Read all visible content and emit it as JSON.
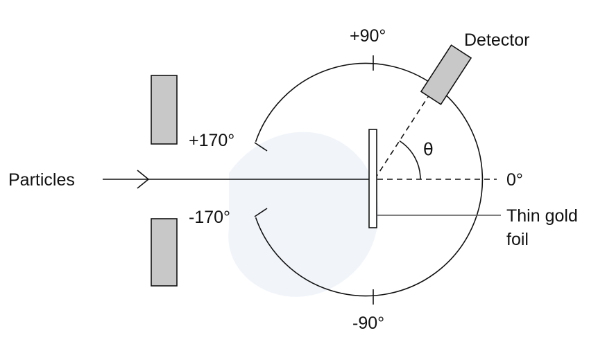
{
  "labels": {
    "particles": "Particles",
    "detector": "Detector",
    "angle_plus90": "+90°",
    "angle_minus90": "-90°",
    "angle_zero": "0°",
    "angle_plus170": "+170°",
    "angle_minus170": "-170°",
    "theta": "θ",
    "foil_line1": "Thin gold",
    "foil_line2": "foil"
  },
  "colors": {
    "line": "#111111",
    "block_fill": "#c8c8c8",
    "foil_fill": "#ffffff",
    "watermark": "#eef3f9"
  }
}
